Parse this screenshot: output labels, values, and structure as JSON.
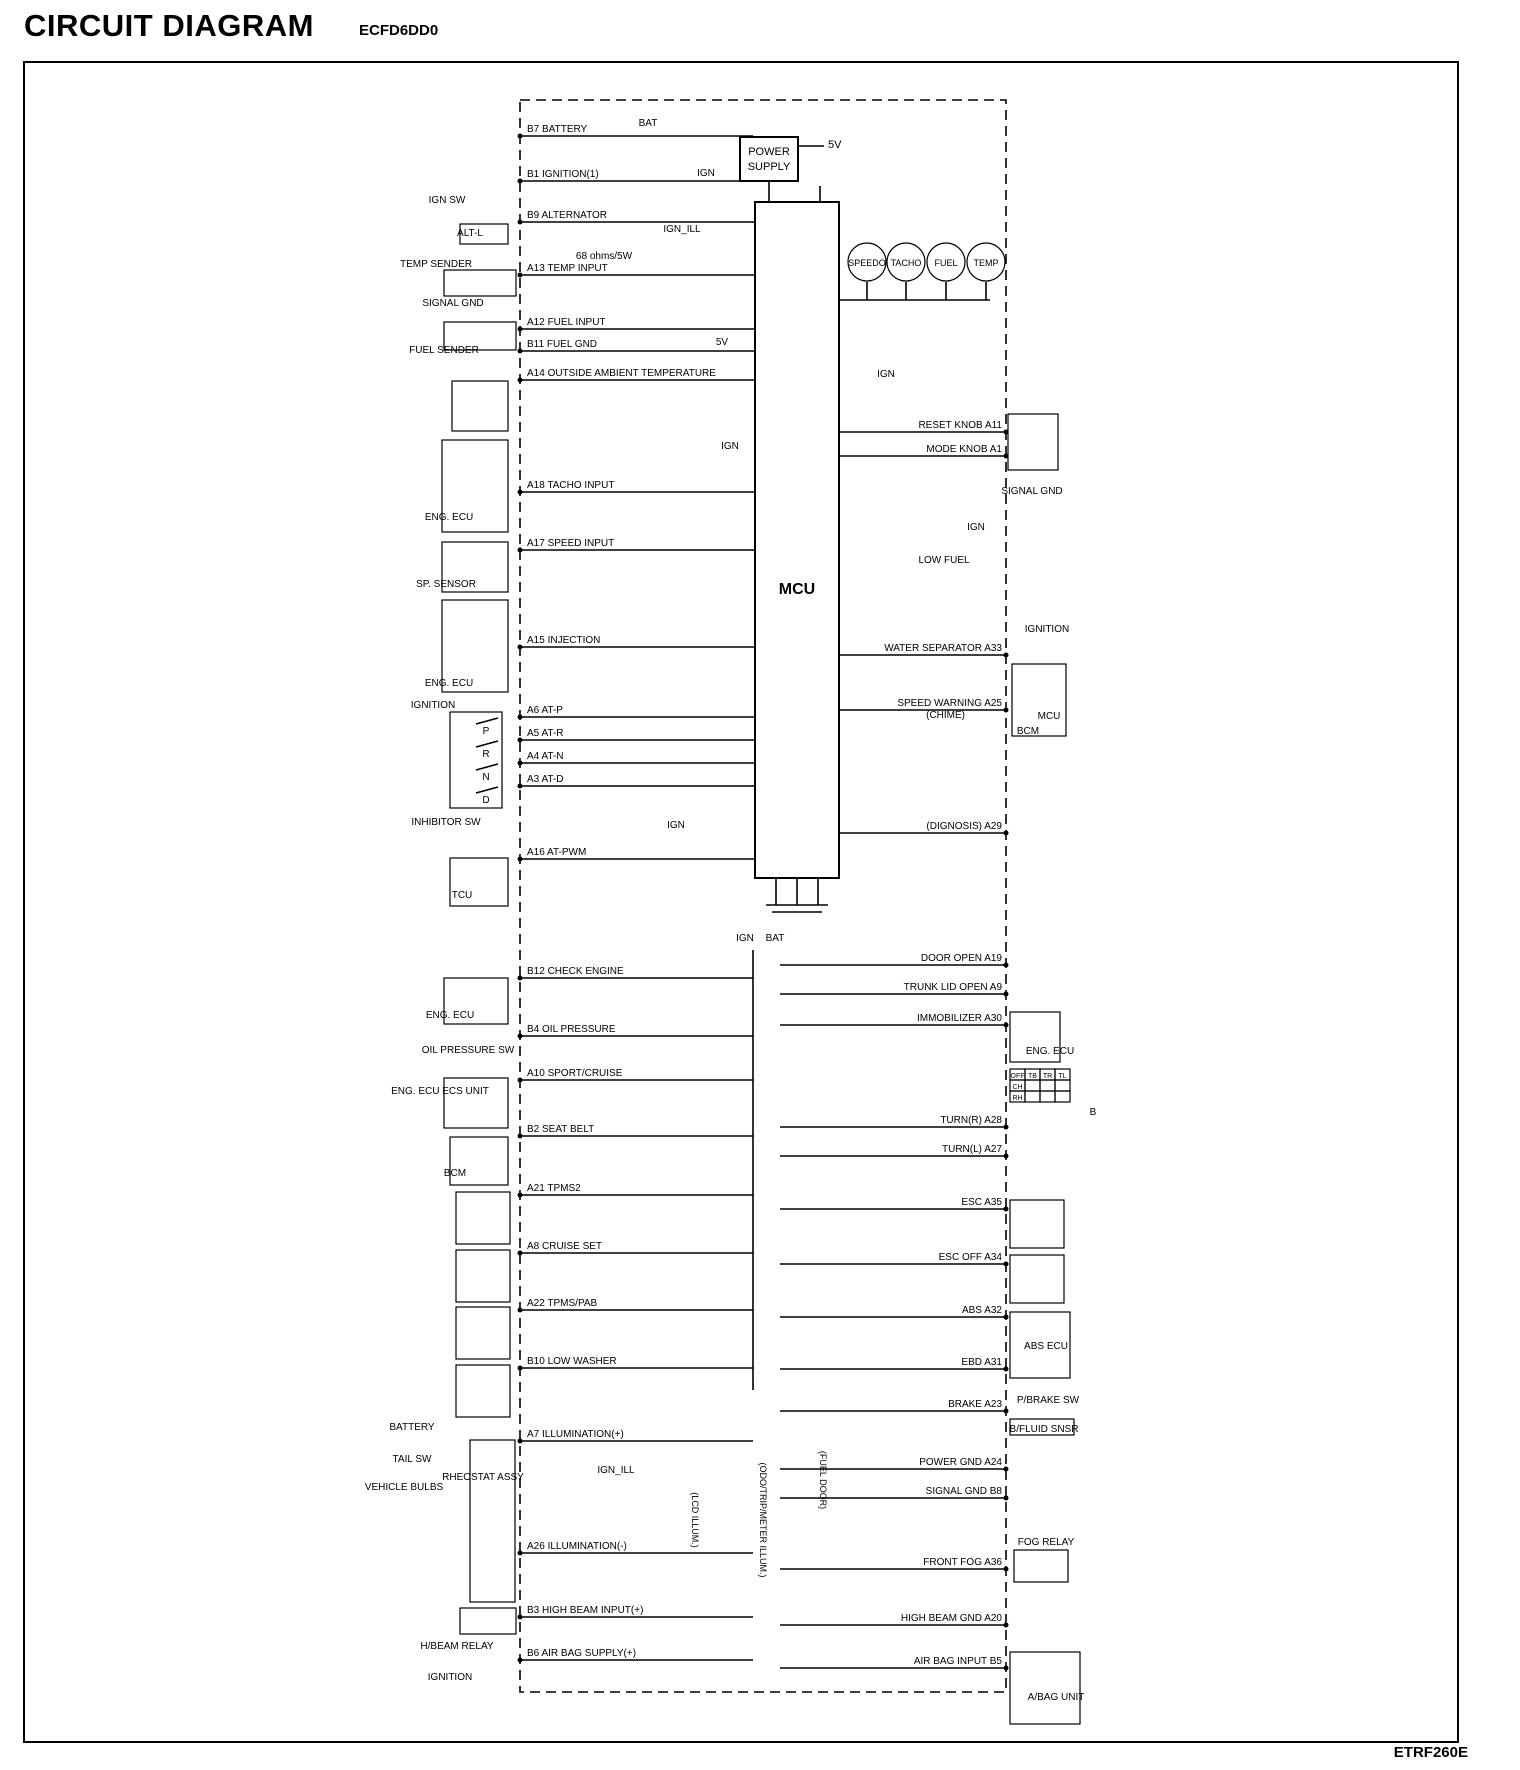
{
  "header": {
    "title": "CIRCUIT DIAGRAM",
    "code": "ECFD6DD0"
  },
  "footer": {
    "code": "ETRF260E"
  },
  "mcu": {
    "label": "MCU"
  },
  "power_supply": {
    "line1": "POWER",
    "line2": "SUPPLY",
    "out": "5V"
  },
  "gauges": [
    "SPEEDO",
    "TACHO",
    "FUEL",
    "TEMP"
  ],
  "left_pins": [
    "B7 BATTERY",
    "B1 IGNITION(1)",
    "B9 ALTERNATOR",
    "A13 TEMP INPUT",
    "A12 FUEL INPUT",
    "B11 FUEL GND",
    "A14 OUTSIDE AMBIENT TEMPERATURE",
    "A18 TACHO INPUT",
    "A17 SPEED INPUT",
    "A15 INJECTION",
    "A6 AT-P",
    "A5 AT-R",
    "A4 AT-N",
    "A3 AT-D",
    "A16 AT-PWM",
    "B12 CHECK ENGINE",
    "B4 OIL PRESSURE",
    "A10 SPORT/CRUISE",
    "B2 SEAT BELT",
    "A21 TPMS2",
    "A8 CRUISE SET",
    "A22 TPMS/PAB",
    "B10 LOW WASHER",
    "A7 ILLUMINATION(+)",
    "A26 ILLUMINATION(-)",
    "B3 HIGH BEAM INPUT(+)",
    "B6 AIR BAG SUPPLY(+)"
  ],
  "right_pins": [
    "RESET KNOB A11",
    "MODE KNOB A1",
    "WATER SEPARATOR A33",
    "SPEED WARNING A25",
    "(CHIME)",
    "(DIGNOSIS) A29",
    "DOOR OPEN A19",
    "TRUNK LID OPEN A9",
    "IMMOBILIZER A30",
    "TURN(R) A28",
    "TURN(L) A27",
    "ESC A35",
    "ESC OFF A34",
    "ABS A32",
    "EBD A31",
    "BRAKE A23",
    "POWER GND A24",
    "SIGNAL GND B8",
    "FRONT FOG A36",
    "HIGH BEAM GND A20",
    "AIR BAG INPUT B5"
  ],
  "left_components": [
    "IGN SW",
    "ALT-L",
    "TEMP SENDER",
    "SIGNAL GND",
    "FUEL SENDER",
    "ENG. ECU",
    "SP. SENSOR",
    "ENG. ECU",
    "IGNITION",
    "INHIBITOR SW",
    "TCU",
    "ENG. ECU",
    "OIL PRESSURE SW",
    "ENG. ECU ECS UNIT",
    "BCM",
    "BATTERY",
    "TAIL SW",
    "VEHICLE BULBS",
    "RHEOSTAT ASSY",
    "H/BEAM RELAY",
    "IGNITION"
  ],
  "right_components": [
    "SIGNAL GND",
    "LOW FUEL",
    "IGNITION",
    "MCU",
    "BCM",
    "ENG. ECU",
    "ABS ECU",
    "P/BRAKE SW",
    "B/FLUID SNSR",
    "FOG RELAY",
    "A/BAG UNIT",
    "B"
  ],
  "misc_labels": [
    "BAT",
    "IGN",
    "IGN_ILL",
    "68 ohms/5W",
    "5V",
    "IGN",
    "IGN",
    "IGN",
    "IGN",
    "IGN",
    "BAT",
    "IGN_ILL",
    "(LCD ILLUM.)",
    "(ODO/TRIP/METER ILLUM.)",
    "(FUEL DOOR)",
    "P",
    "R",
    "N",
    "D"
  ],
  "inhibitor_positions": [
    "P",
    "R",
    "N",
    "D"
  ],
  "turn_table": {
    "headers": [
      "OFF",
      "TB",
      "TR",
      "TL"
    ],
    "rows": [
      "CH",
      "RH"
    ]
  }
}
